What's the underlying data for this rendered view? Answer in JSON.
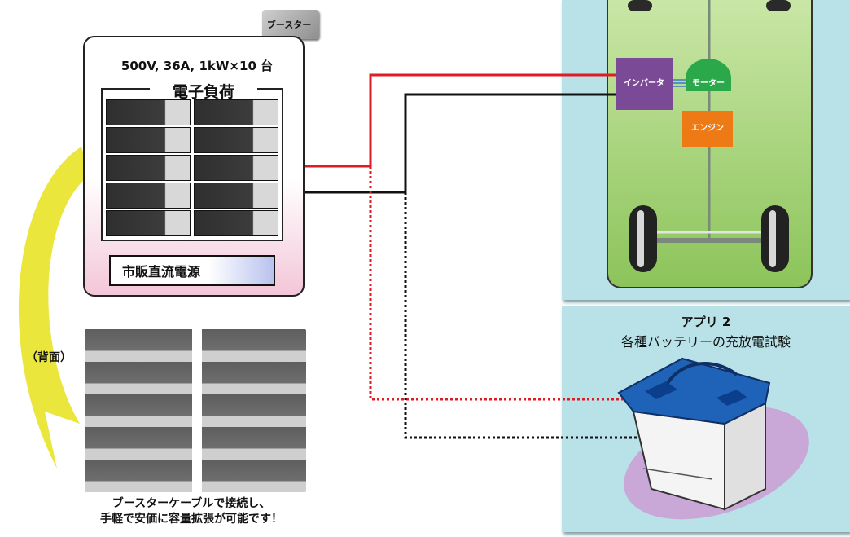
{
  "booster_tag": "ブースター",
  "load_spec": "500V, 36A, 1kW×10 台",
  "load_title": "電子負荷",
  "psu_label": "市販直流電源",
  "back_label": "（背面）",
  "caption_line1": "ブースターケーブルで接続し、",
  "caption_line2": "手軽で安価に容量拡張が可能です！",
  "inverter_label": "インバータ",
  "motor_label": "モーター",
  "engine_label": "エンジン",
  "app2_title": "アプリ 2",
  "app2_subtitle": "各種バッテリーの充放電試験",
  "colors": {
    "panel_bg": "#b8e2e8",
    "vehicle_green": "#a7d47a",
    "inverter": "#7b4a97",
    "motor": "#2aa84a",
    "engine": "#ee7a16",
    "positive_line": "#e01b24",
    "negative_line": "#111111",
    "arrow_yellow": "#e8e21a",
    "battery_blue": "#1e63b8",
    "oval_purple": "#c9a8d8"
  }
}
